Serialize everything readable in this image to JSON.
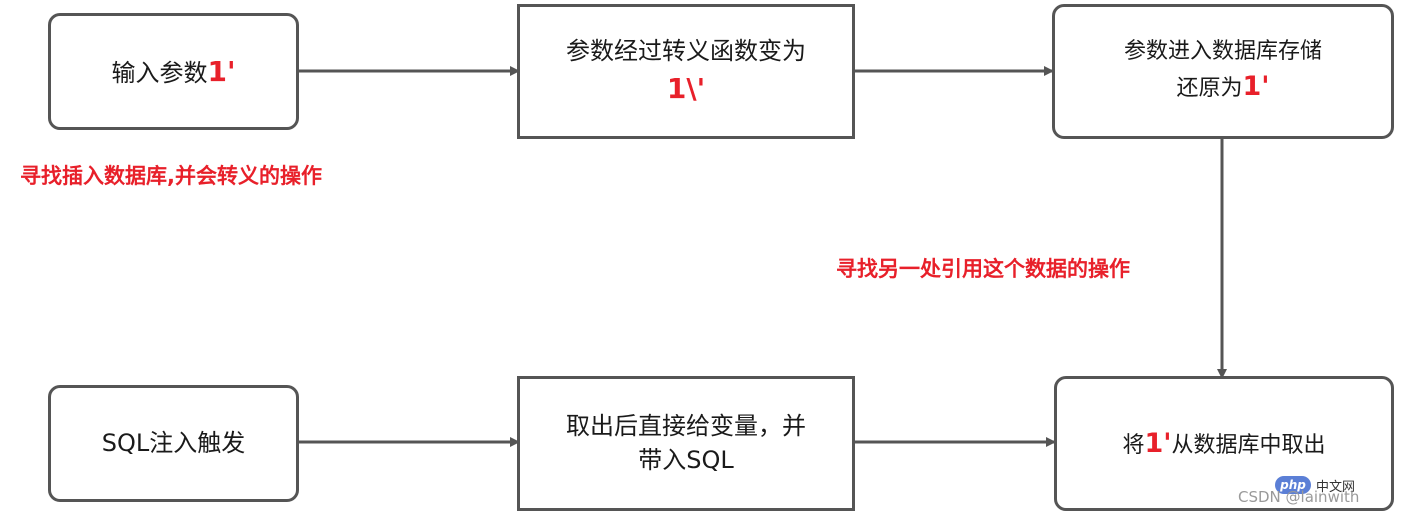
{
  "boxes": {
    "b1": {
      "text": "输入参数",
      "mark": "1'"
    },
    "b2": {
      "line1": "参数经过转义函数变为",
      "mark": "1\\'"
    },
    "b3": {
      "line1": "参数进入数据库存储",
      "line2": "还原为",
      "mark": "1'"
    },
    "b4": {
      "text": "SQL注入触发"
    },
    "b5": {
      "line1": "取出后直接给变量，并",
      "line2": "带入SQL"
    },
    "b6": {
      "before": "将",
      "mark": "1'",
      "after": "从数据库中取出"
    }
  },
  "notes": {
    "left": "寻找插入数据库,并会转义的操作",
    "right": "寻找另一处引用这个数据的操作"
  },
  "watermark": {
    "logo": "php",
    "cn": "中文网",
    "text": "CSDN @lainwith"
  },
  "colors": {
    "accent": "#e8202a",
    "border": "#555555"
  }
}
